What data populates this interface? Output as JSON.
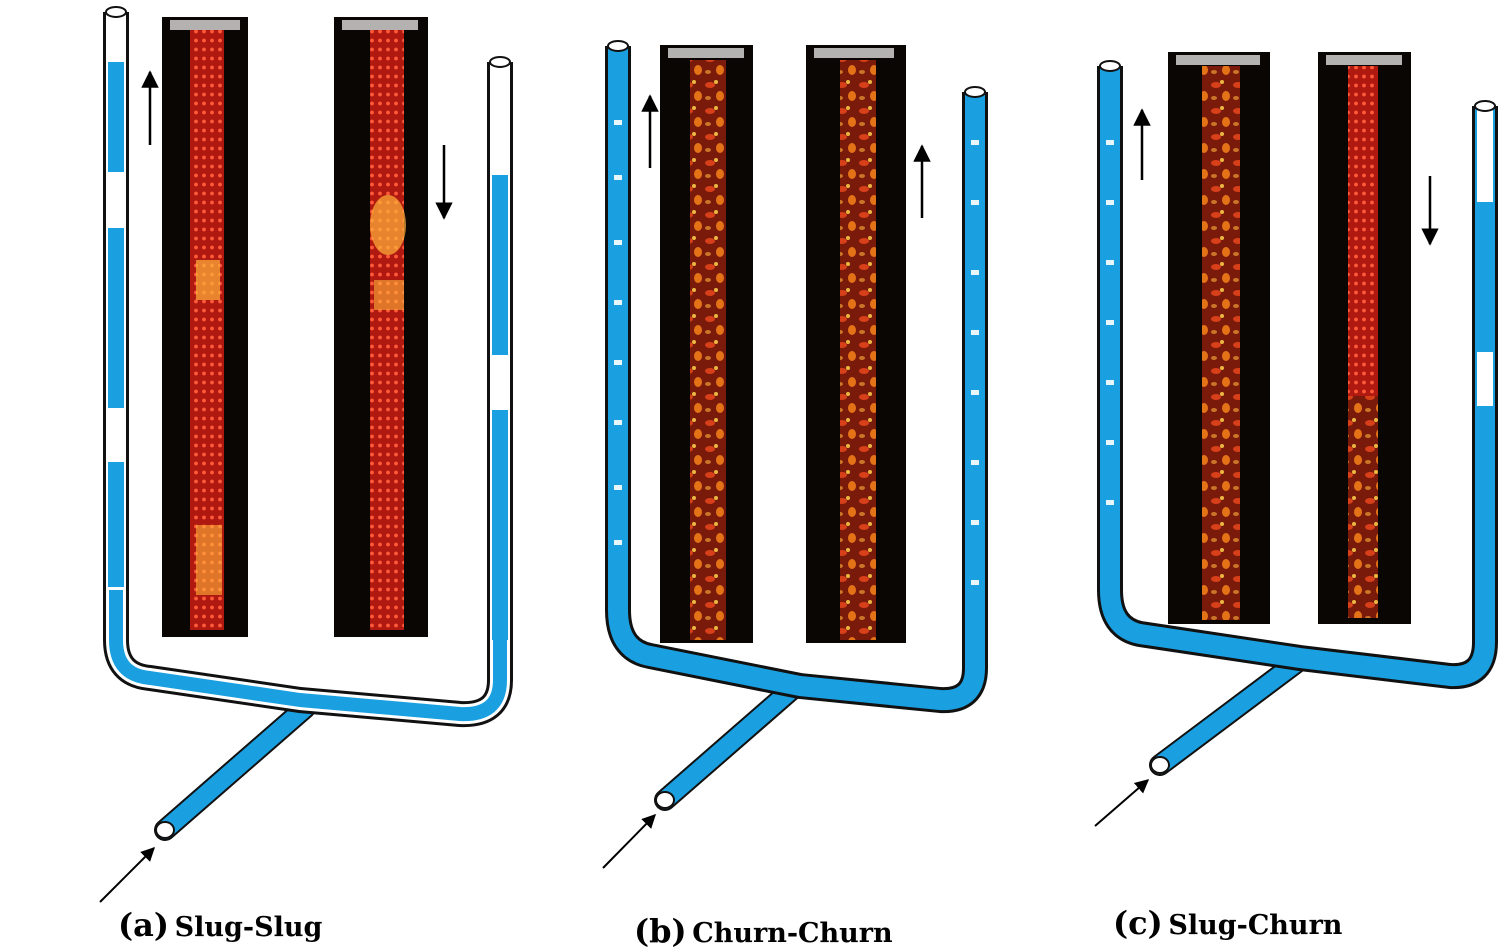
{
  "panels": [
    {
      "tag": "(a)",
      "title": "Slug-Slug",
      "left_flow": "up",
      "right_flow": "down"
    },
    {
      "tag": "(b)",
      "title": "Churn-Churn",
      "left_flow": "up",
      "right_flow": "up"
    },
    {
      "tag": "(c)",
      "title": "Slug-Churn",
      "left_flow": "up",
      "right_flow": "down"
    }
  ],
  "colors": {
    "water": "#1aa0e0",
    "pipe_outline": "#111111",
    "photo_bg": "#0a0604",
    "flow_red": "#d8281a",
    "flow_orange": "#ff8a1a",
    "flow_yellow": "#ffd24a"
  }
}
